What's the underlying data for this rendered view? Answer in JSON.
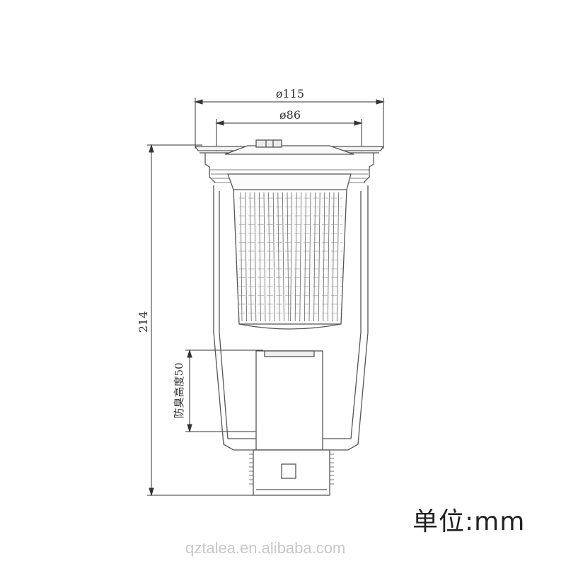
{
  "dimensions": {
    "outer_diameter": "ø115",
    "inner_diameter": "ø86",
    "total_height": "214",
    "seal_height": "防臭高度50"
  },
  "unit_label": "单位:mm",
  "watermark": "qztalea.en.alibaba.com",
  "colors": {
    "line": "#555555",
    "dim_line": "#333333",
    "watermark": "#c8c8c8"
  }
}
